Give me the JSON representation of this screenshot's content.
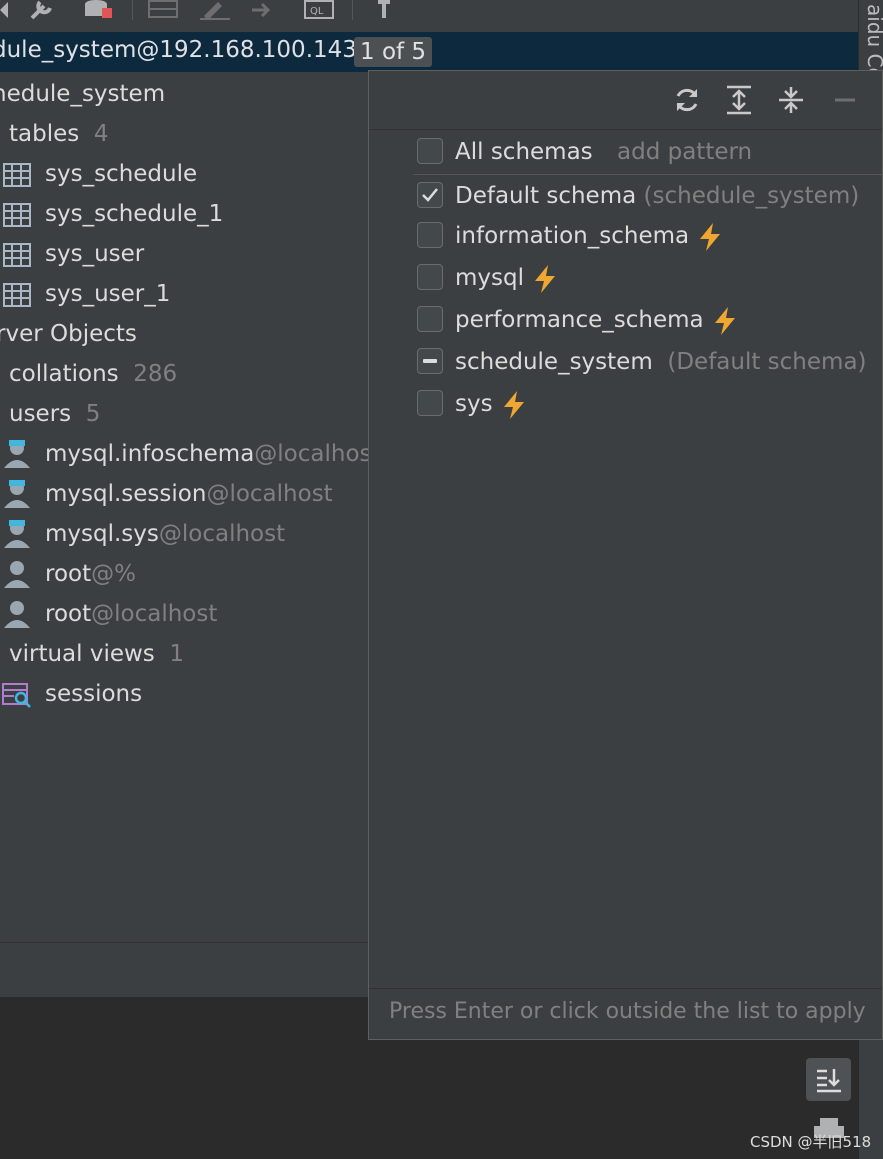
{
  "header": {
    "title": "dule_system@192.168.100.143",
    "count": "1 of 5"
  },
  "right_strip": {
    "text": "aidu Co"
  },
  "tree": {
    "root": "hedule_system",
    "tables": {
      "label": "tables",
      "count": "4",
      "items": [
        "sys_schedule",
        "sys_schedule_1",
        "sys_user",
        "sys_user_1"
      ]
    },
    "server_objects": "rver Objects",
    "collations": {
      "label": "collations",
      "count": "286"
    },
    "users": {
      "label": "users",
      "count": "5",
      "items": [
        {
          "name": "mysql.infoschema",
          "host": "@localhost"
        },
        {
          "name": "mysql.session",
          "host": "@localhost"
        },
        {
          "name": "mysql.sys",
          "host": "@localhost"
        },
        {
          "name": "root",
          "host": "@%"
        },
        {
          "name": "root",
          "host": "@localhost"
        }
      ]
    },
    "virtual_views": {
      "label": "virtual views",
      "count": "1",
      "items": [
        "sessions"
      ]
    }
  },
  "popup": {
    "all_schemas": "All schemas",
    "add_pattern": "add pattern",
    "schemas": [
      {
        "name": "Default schema",
        "note": "(schedule_system)",
        "state": "checked",
        "bolt": false
      },
      {
        "name": "information_schema",
        "note": "",
        "state": "unchecked",
        "bolt": true
      },
      {
        "name": "mysql",
        "note": "",
        "state": "unchecked",
        "bolt": true
      },
      {
        "name": "performance_schema",
        "note": "",
        "state": "unchecked",
        "bolt": true
      },
      {
        "name": "schedule_system",
        "note": "(Default schema)",
        "state": "indeterminate",
        "bolt": false
      },
      {
        "name": "sys",
        "note": "",
        "state": "unchecked",
        "bolt": true
      }
    ],
    "footer": "Press Enter or click outside the list to apply"
  },
  "watermark": "CSDN @半旧518",
  "colors": {
    "accent_bolt": "#f0a732",
    "header_bg": "#0d293e",
    "panel_bg": "#3c3f41"
  }
}
